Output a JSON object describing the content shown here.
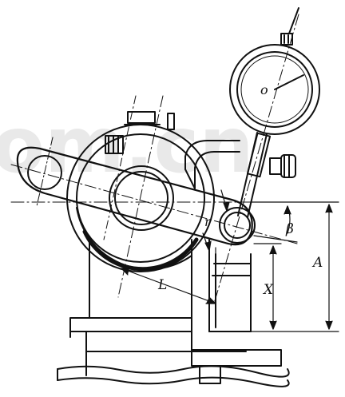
{
  "diagram": {
    "labels": {
      "o": "o",
      "beta": "β",
      "r": "r",
      "L": "L",
      "X": "X",
      "A": "A"
    },
    "watermark": "om.cn"
  },
  "colors": {
    "ink": "#111111",
    "paper": "#ffffff",
    "watermark": "#e9e9e9"
  }
}
